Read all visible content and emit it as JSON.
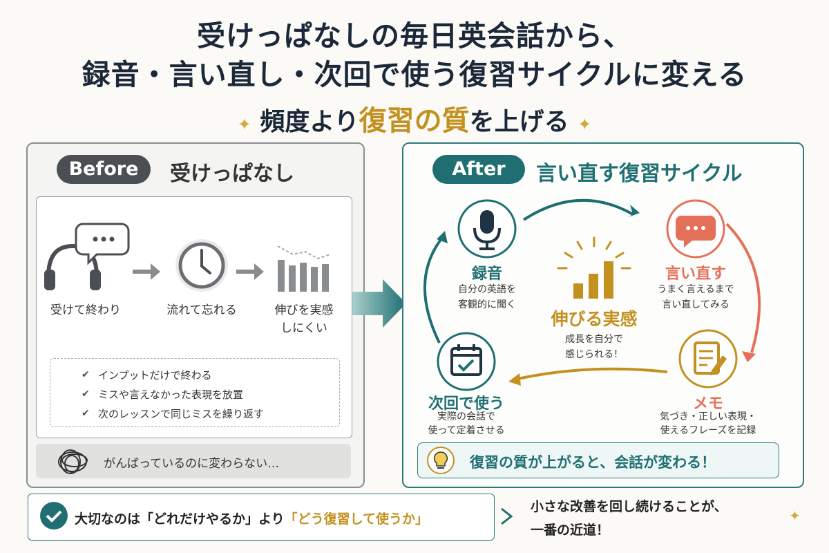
{
  "title": {
    "line1": "受けっぱなしの毎日英会話から、",
    "line2": "録音・言い直し・次回で使う復習サイクルに変える",
    "sub_pre": "頻度より",
    "sub_highlight": "復習の質",
    "sub_post": "を上げる"
  },
  "before": {
    "pill": "Before",
    "heading": "受けっぱなし",
    "steps": [
      "受けて終わり",
      "流れて忘れる",
      "伸びを実感\nしにくい"
    ],
    "step_labels_line": [
      "受けて終わり",
      "流れて忘れる",
      "伸びを実感",
      "しにくい"
    ],
    "issues": [
      "インプットだけで終わる",
      "ミスや言えなかった表現を放置",
      "次のレッスンで同じミスを繰り返す"
    ],
    "struggle": "がんばっているのに変わらない…"
  },
  "after": {
    "pill": "After",
    "heading": "言い直す復習サイクル",
    "nodes": {
      "record": {
        "title": "録音",
        "desc1": "自分の英語を",
        "desc2": "客観的に聞く"
      },
      "restate": {
        "title": "言い直す",
        "desc1": "うまく言えるまで",
        "desc2": "言い直してみる"
      },
      "memo": {
        "title": "メモ",
        "desc1": "気づき・正しい表現・",
        "desc2": "使えるフレーズを記録"
      },
      "next": {
        "title": "次回で使う",
        "desc1": "実際の会話で",
        "desc2": "使って定着させる"
      }
    },
    "center": {
      "title": "伸びる実感",
      "desc1": "成長を自分で",
      "desc2": "感じられる！"
    },
    "bottom": "復習の質が上がると、会話が変わる！"
  },
  "bottom": {
    "left_pre": "大切なのは「どれだけやるか」より",
    "left_highlight": "「どう復習して使うか」",
    "right1": "小さな改善を回し続けることが、",
    "right2": "一番の近道！"
  },
  "colors": {
    "teal": "#1f6f72",
    "gold": "#c29120",
    "coral": "#e5705a",
    "grey": "#4b4e52"
  }
}
